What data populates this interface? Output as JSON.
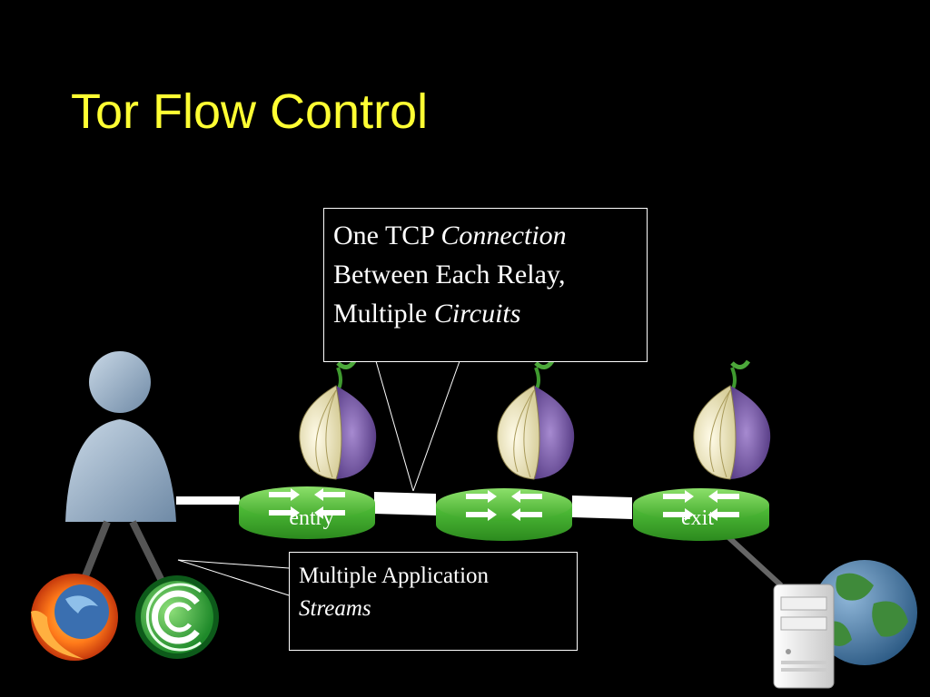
{
  "slide": {
    "title": "Tor Flow Control"
  },
  "callouts": {
    "connection": {
      "line1_plain": "One TCP ",
      "line1_italic": "Connection",
      "line2": "Between Each Relay,",
      "line3_plain": "Multiple ",
      "line3_italic": "Circuits"
    },
    "streams": {
      "line1": "Multiple Application",
      "line2_italic": "Streams"
    }
  },
  "relays": {
    "entry_label": "entry",
    "exit_label": "exit"
  },
  "colors": {
    "title": "#ffff33",
    "relay_green": "#5fcf3f",
    "onion_purple": "#7b5aa6",
    "user_blue": "#9fb6d0",
    "background": "#000000"
  },
  "icons": [
    "user-icon",
    "firefox-icon",
    "bittorrent-icon",
    "onion-icon",
    "router-icon",
    "server-icon",
    "globe-icon"
  ]
}
